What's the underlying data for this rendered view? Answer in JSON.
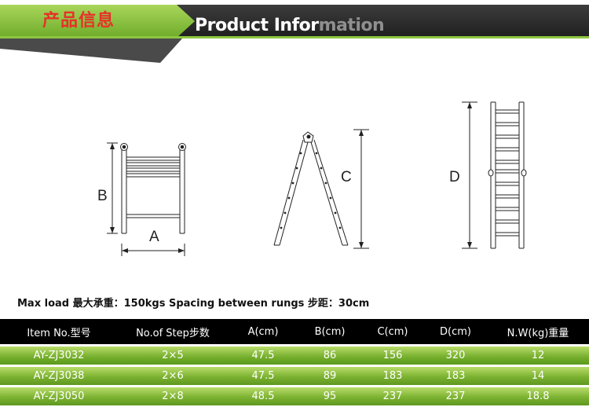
{
  "header": {
    "cn_title": "产品信息",
    "en_title_main": "Product Infor",
    "en_title_fade": "mation",
    "colors": {
      "green": "#8dc63f",
      "dark": "#2e2e2e",
      "red": "#e8302a"
    }
  },
  "diagram": {
    "labels": {
      "a": "A",
      "b": "B",
      "c": "C",
      "d": "D"
    }
  },
  "info_line": "Max load 最大承重：150kgs Spacing between rungs 步距：30cm",
  "table": {
    "headers": [
      "Item No.型号",
      "No.of Step步数",
      "A(cm)",
      "B(cm)",
      "C(cm)",
      "D(cm)",
      "N.W(kg)重量"
    ],
    "rows": [
      [
        "AY-ZJ3032",
        "2×5",
        "47.5",
        "86",
        "156",
        "320",
        "12"
      ],
      [
        "AY-ZJ3038",
        "2×6",
        "47.5",
        "89",
        "183",
        "183",
        "14"
      ],
      [
        "AY-ZJ3050",
        "2×8",
        "48.5",
        "95",
        "237",
        "237",
        "18.8"
      ]
    ]
  }
}
